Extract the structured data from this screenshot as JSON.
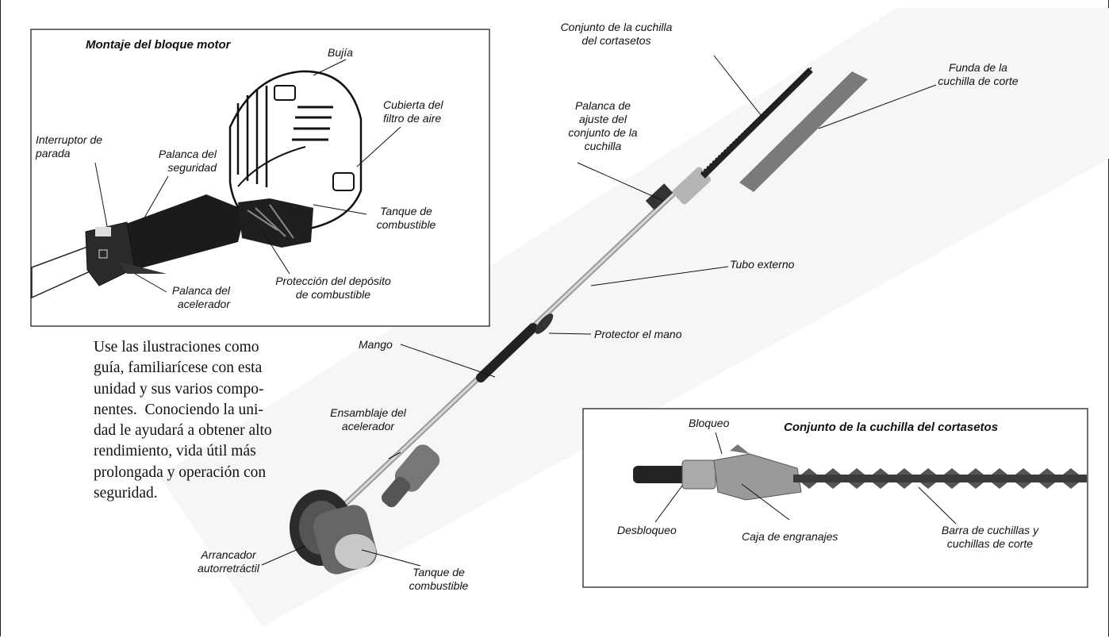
{
  "inset_engine": {
    "title": "Montaje del bloque motor",
    "labels": {
      "spark_plug": "Bujía",
      "air_filter_cover": "Cubierta del\nfiltro de aire",
      "stop_switch": "Interruptor de\nparada",
      "safety_lever": "Palanca del\nseguridad",
      "fuel_tank": "Tanque de\ncombustible",
      "throttle_lever": "Palanca del\nacelerador",
      "fuel_tank_guard": "Protección del depósito\nde combustible"
    }
  },
  "main_labels": {
    "blade_assembly": "Conjunto de la cuchilla\ndel cortasetos",
    "blade_sheath": "Funda de la\ncuchilla de corte",
    "adjust_lever": "Palanca de\najuste del\nconjunto de la\ncuchilla",
    "outer_tube": "Tubo externo",
    "hand_guard": "Protector el mano",
    "handle": "Mango",
    "throttle_assembly": "Ensamblaje del\nacelerador",
    "starter": "Arrancador\nautorretráctil",
    "fuel_tank": "Tanque de\ncombustible"
  },
  "body_text": "Use las ilustraciones como\nguía, familiarícese con esta\nunidad y sus varios compo-\nnentes.  Conociendo la uni-\ndad le ayudará a obtener alto\nrendimiento, vida útil más\nprolongada y operación con\nseguridad.",
  "inset_blade": {
    "title": "Conjunto de la cuchilla del cortasetos",
    "labels": {
      "lock": "Bloqueo",
      "unlock": "Desbloqueo",
      "gearbox": "Caja de engranajes",
      "bar_blades": "Barra de cuchillas y\ncuchillas de corte"
    }
  }
}
